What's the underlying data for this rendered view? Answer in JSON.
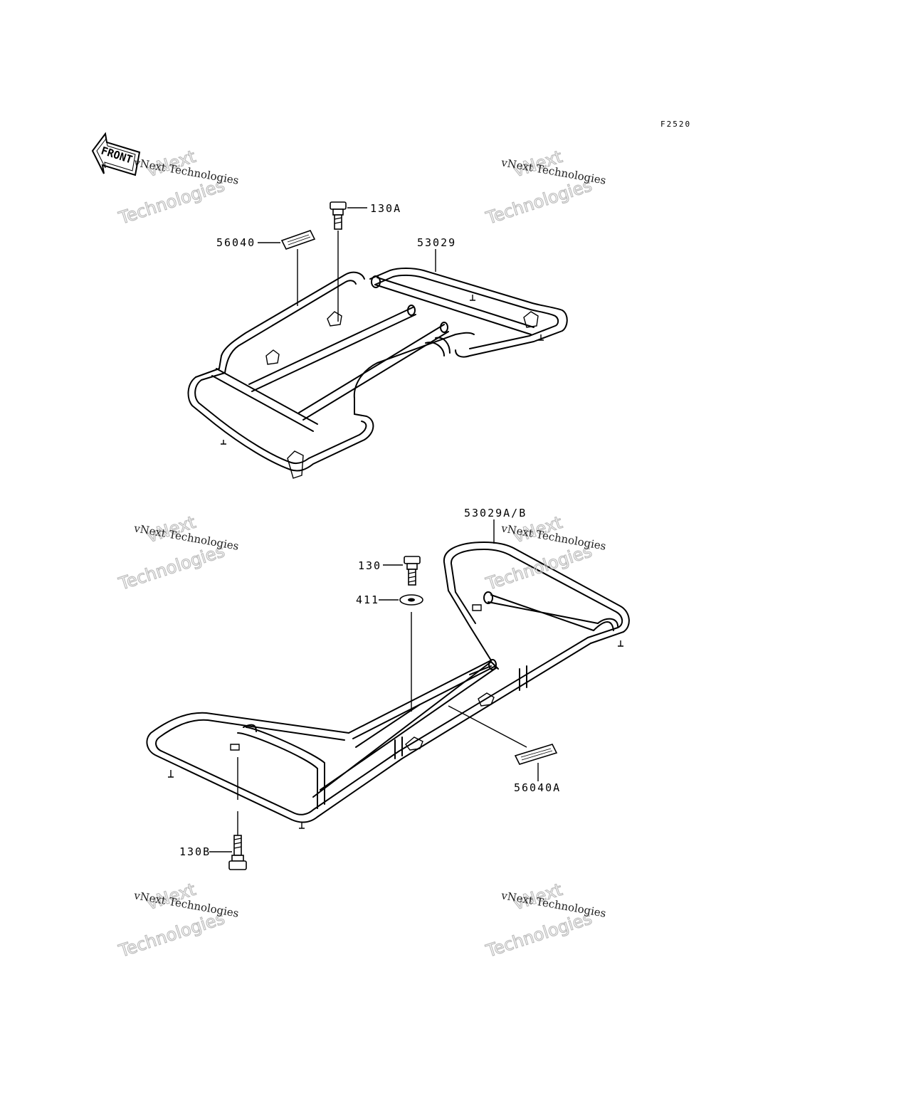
{
  "figure_code": "F2520",
  "front_arrow_label": "FRONT",
  "watermark": {
    "line_small": "vNext Technologies",
    "line_outline_1": "vNext",
    "line_outline_2": "Technologies"
  },
  "parts": {
    "p130A": "130A",
    "p56040": "56040",
    "p53029": "53029",
    "p53029AB": "53029A/B",
    "p130": "130",
    "p411": "411",
    "p56040A": "56040A",
    "p130B": "130B"
  }
}
